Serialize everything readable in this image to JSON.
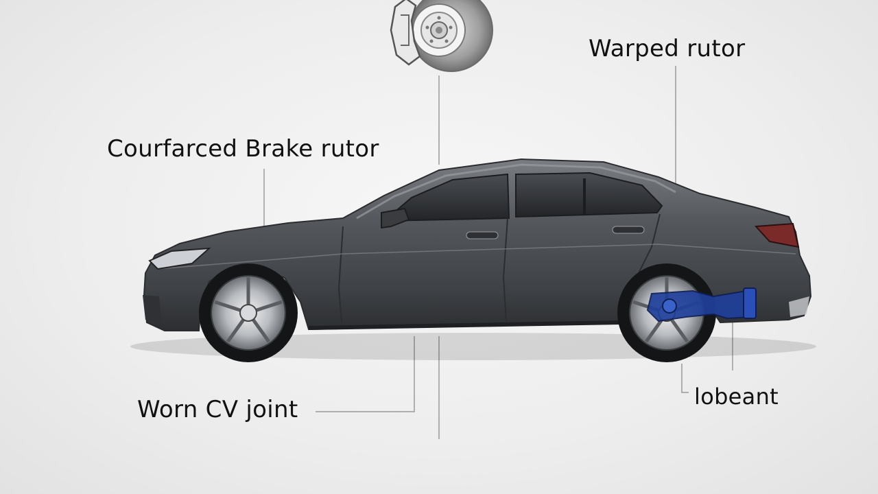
{
  "labels": {
    "warped_rotor": "Warped rutor",
    "brake_rotor": "Courfarced Brake rutor",
    "cv_joint": "Worn CV joint",
    "bottom_right": "lobeant"
  },
  "icons": {
    "brake_disc": "brake-rotor-caliper-icon",
    "car": "sedan-side-view"
  },
  "colors": {
    "car_body": "#4d5055",
    "highlight_part": "#1f3f9a",
    "leader_line": "#9a9a9a",
    "text": "#111111"
  }
}
